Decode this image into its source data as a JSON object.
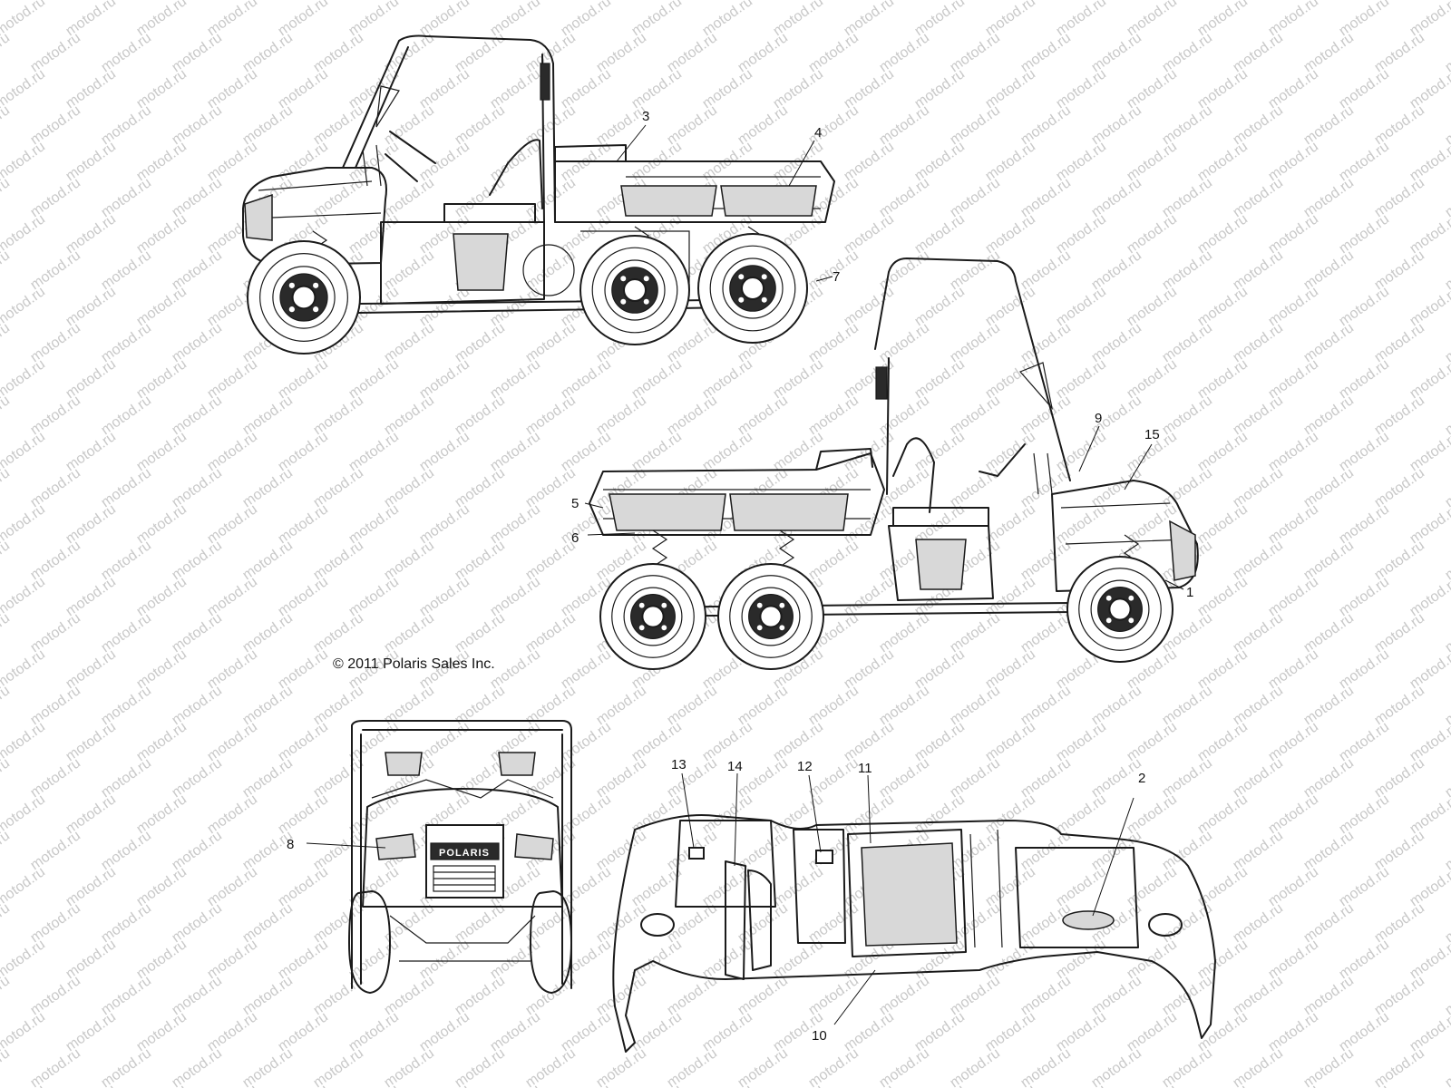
{
  "watermark": "motod.ru",
  "copyright": "© 2011 Polaris Sales Inc.",
  "grille_logo": "POLARIS",
  "callouts": {
    "c1": "1",
    "c2": "2",
    "c3": "3",
    "c4": "4",
    "c5": "5",
    "c6": "6",
    "c7": "7",
    "c8": "8",
    "c9": "9",
    "c10": "10",
    "c11": "11",
    "c12": "12",
    "c13": "13",
    "c14": "14",
    "c15": "15"
  }
}
